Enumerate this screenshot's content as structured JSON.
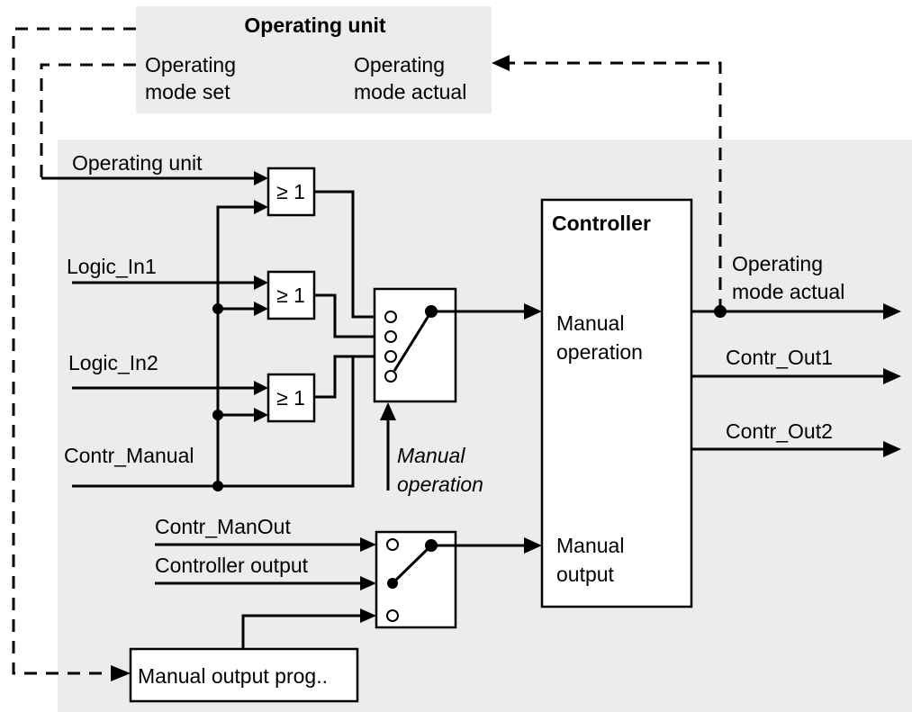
{
  "colors": {
    "panel": "#ececee",
    "line": "#000000",
    "block": "#ffffff"
  },
  "operating_unit_panel": {
    "title": "Operating unit",
    "mode_set": [
      "Operating",
      "mode set"
    ],
    "mode_actual": [
      "Operating",
      "mode actual"
    ]
  },
  "inputs": {
    "operating_unit": "Operating unit",
    "logic_in1": "Logic_In1",
    "logic_in2": "Logic_In2",
    "contr_manual": "Contr_Manual",
    "contr_manout": "Contr_ManOut",
    "controller_output": "Controller output"
  },
  "gates": {
    "or_label": "≥ 1"
  },
  "manual_operation_label": [
    "Manual",
    "operation"
  ],
  "controller": {
    "title": "Controller",
    "manual_operation": [
      "Manual",
      "operation"
    ],
    "manual_output": [
      "Manual",
      "output"
    ]
  },
  "outputs": {
    "mode_actual": [
      "Operating",
      "mode actual"
    ],
    "contr_out1": "Contr_Out1",
    "contr_out2": "Contr_Out2"
  },
  "manual_output_prog": "Manual output prog.."
}
